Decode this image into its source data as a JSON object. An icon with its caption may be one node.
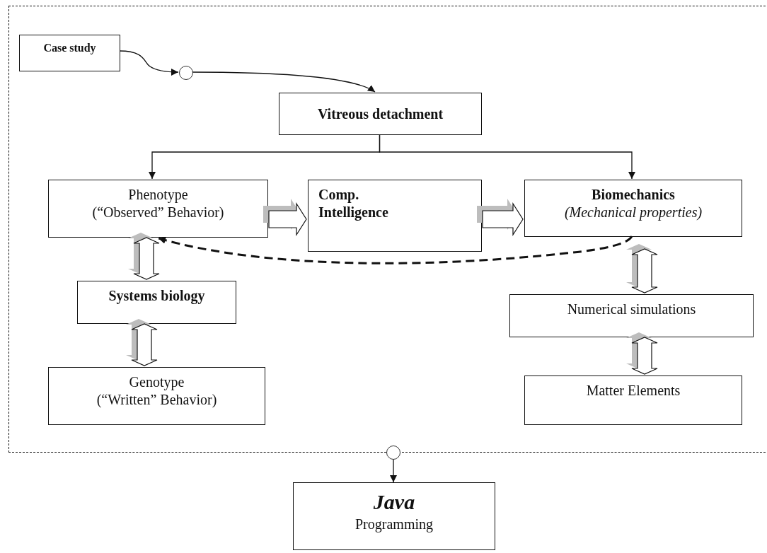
{
  "diagram": {
    "nodes": [
      {
        "text": [],
        "shape": "box"
      },
      {
        "text": [
          "Case study"
        ],
        "in": 0
      },
      {
        "text": [],
        "shape": "circle",
        "in": 0
      },
      {
        "text": [
          "Vitreous detachment"
        ],
        "in": 0
      },
      {
        "text": [
          "Phenotype",
          "(“Observed” Behavior)"
        ],
        "in": 0
      },
      {
        "text": [
          "Comp. Intelligence"
        ],
        "in": 0
      },
      {
        "text": [
          "Biomechanics",
          "(Mechanical properties)"
        ],
        "in": 0
      },
      {
        "text": [
          "Systems biology"
        ],
        "in": 0
      },
      {
        "text": [
          "Genotype",
          "(“Written” Behavior)"
        ],
        "in": 0
      },
      {
        "text": [
          "Numerical simulations"
        ],
        "in": 0
      },
      {
        "text": [
          "Matter Elements"
        ],
        "in": 0
      },
      {
        "text": [],
        "shape": "circle"
      },
      {
        "text": [
          "Java",
          "Programming"
        ]
      }
    ],
    "edges": [
      {
        "from": 1,
        "to": 2,
        "arrow": "to"
      },
      {
        "from": 2,
        "to": 3,
        "arrow": "to"
      },
      {
        "from": 3,
        "to": 4,
        "arrow": "to"
      },
      {
        "from": 3,
        "to": 6,
        "arrow": "to"
      },
      {
        "from": 4,
        "to": 5,
        "arrow": "to",
        "style": "thick"
      },
      {
        "from": 5,
        "to": 6,
        "arrow": "to",
        "style": "thick"
      },
      {
        "from": 6,
        "to": 4,
        "arrow": "to",
        "style": "dashed"
      },
      {
        "from": 4,
        "to": 7,
        "arrow": "both",
        "style": "thick"
      },
      {
        "from": 7,
        "to": 8,
        "arrow": "both",
        "style": "thick"
      },
      {
        "from": 6,
        "to": 9,
        "arrow": "both",
        "style": "thick"
      },
      {
        "from": 9,
        "to": 10,
        "arrow": "both",
        "style": "thick"
      },
      {
        "from": 11,
        "to": 12,
        "arrow": "to"
      }
    ]
  }
}
